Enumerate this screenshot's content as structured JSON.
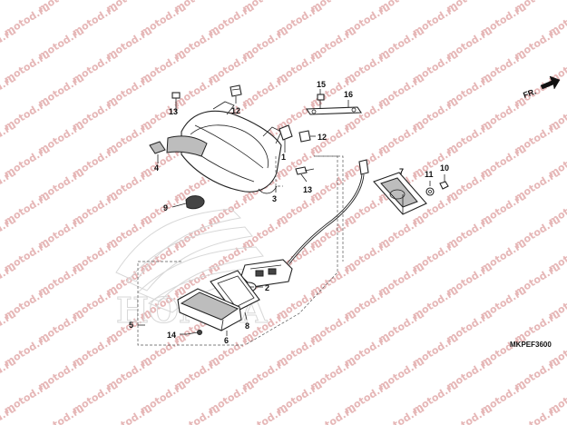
{
  "watermark_text": "motod.ru",
  "brand_watermark": "HONDA",
  "direction_label": "FR.",
  "diagram_code": "MKPEF3600",
  "callouts": {
    "c1": "1",
    "c2": "2",
    "c3": "3",
    "c4": "4",
    "c5": "5",
    "c6": "6",
    "c7": "7",
    "c8": "8",
    "c9": "9",
    "c10": "10",
    "c11": "11",
    "c12a": "12",
    "c12b": "12",
    "c13a": "13",
    "c13b": "13",
    "c14": "14",
    "c15": "15",
    "c16": "16"
  }
}
